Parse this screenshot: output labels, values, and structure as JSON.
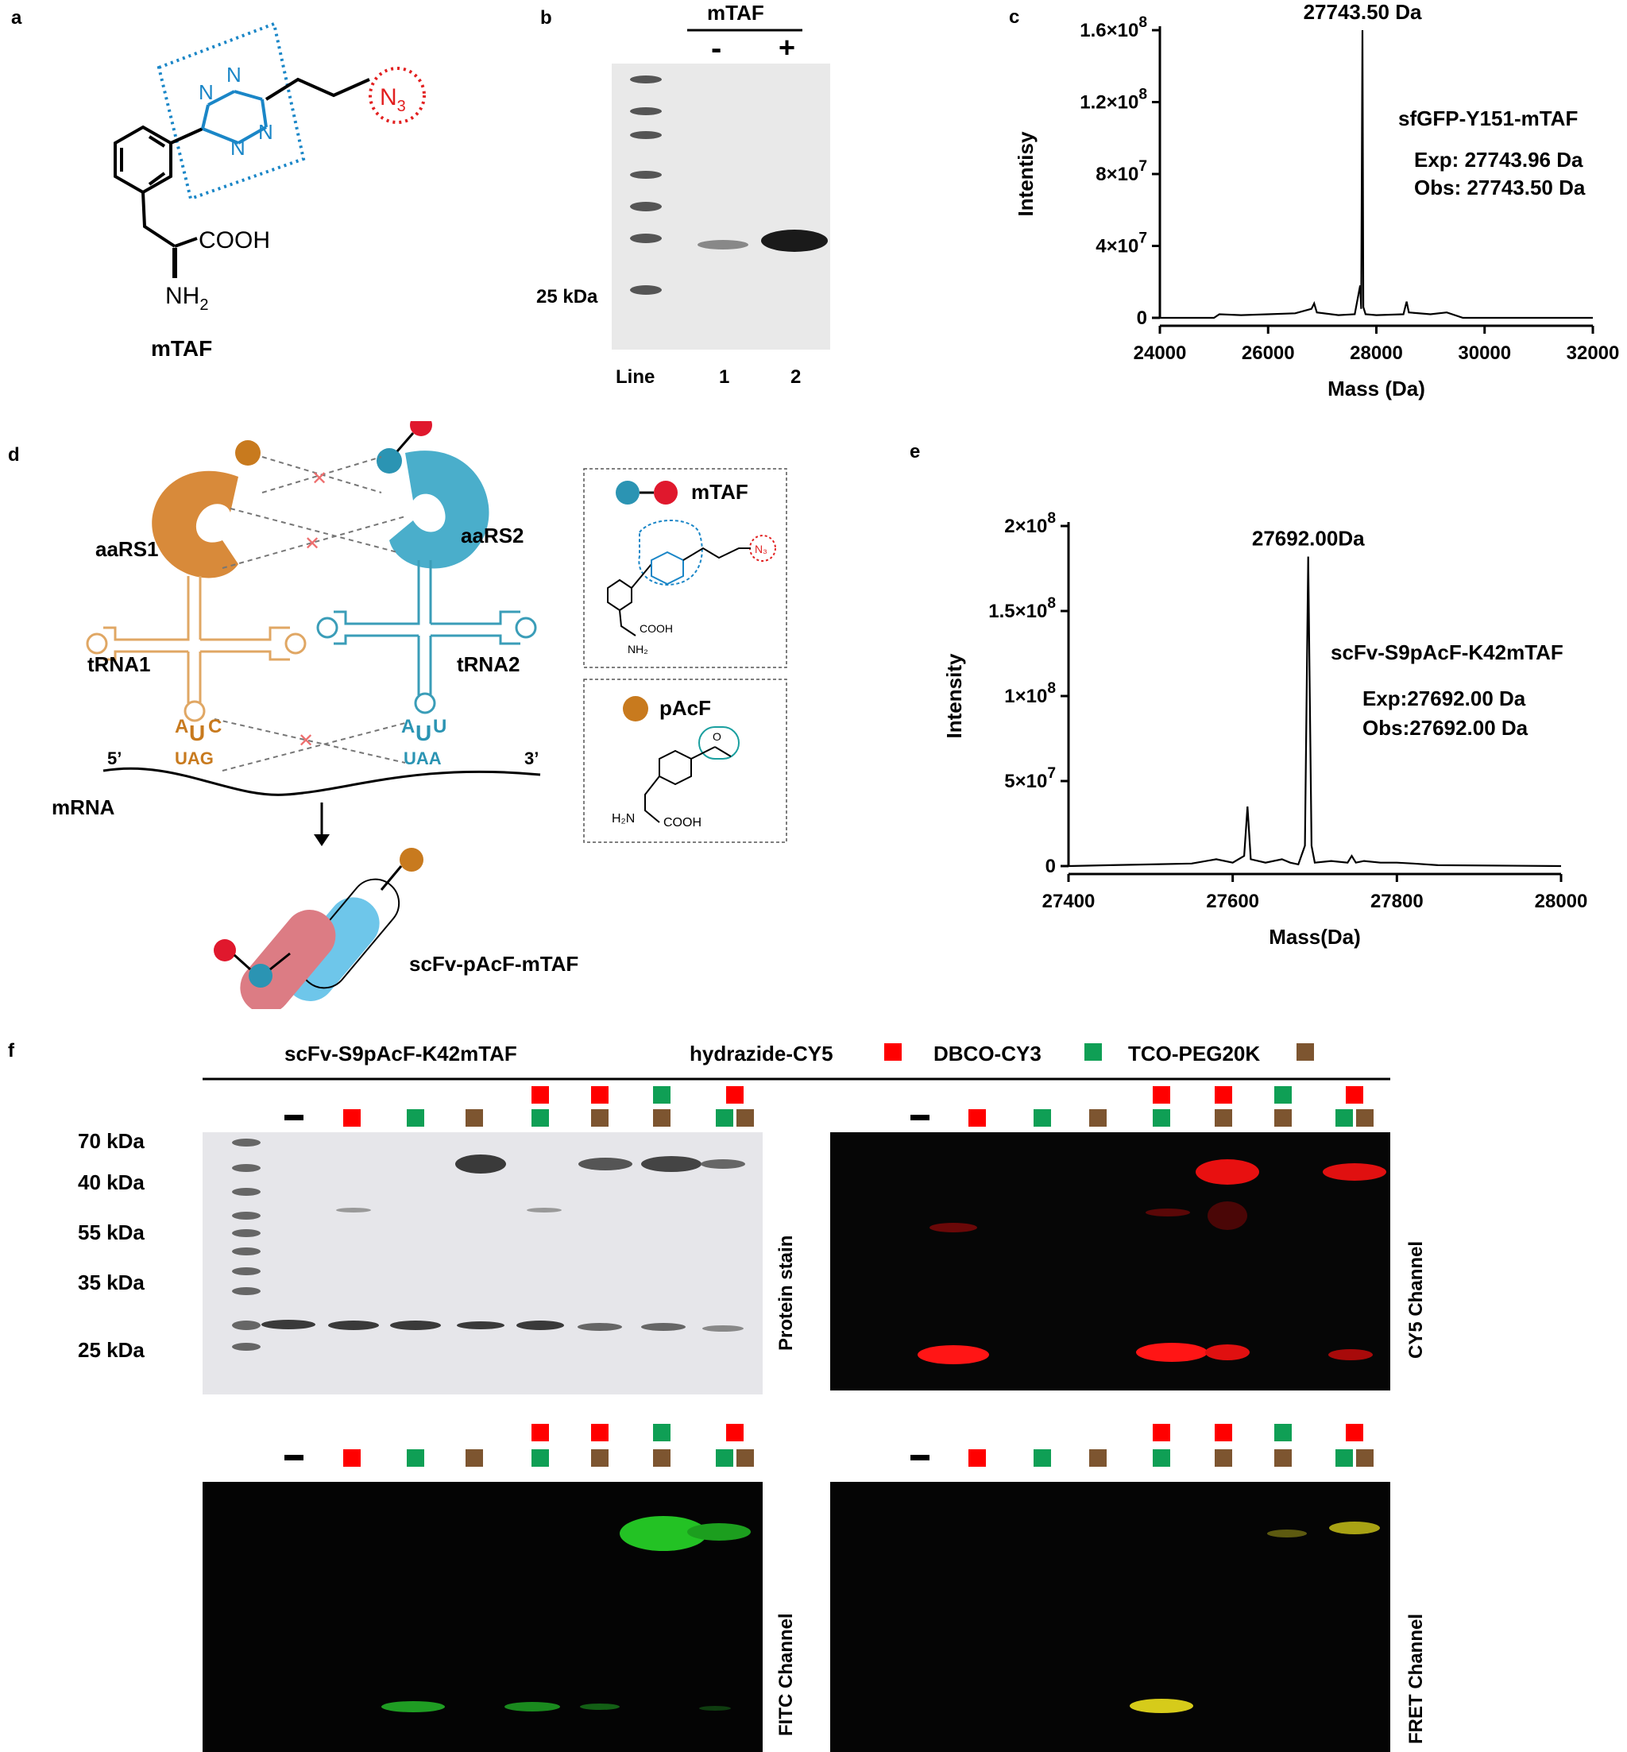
{
  "panel_labels": {
    "a": "a",
    "b": "b",
    "c": "c",
    "d": "d",
    "e": "e",
    "f": "f"
  },
  "panel_a": {
    "compound": "mTAF",
    "cooh": "COOH",
    "nh2": "NH",
    "nh2_sub": "2",
    "azide": "N",
    "azide_sub": "3",
    "n": "N"
  },
  "panel_b": {
    "header": "mTAF",
    "minus": "-",
    "plus": "+",
    "marker": "25 kDa",
    "lane_label": "Line",
    "lane1": "1",
    "lane2": "2"
  },
  "panel_d": {
    "aars1": "aaRS1",
    "aars2": "aaRS2",
    "trna1": "tRNA1",
    "trna2": "tRNA2",
    "anticodon1": [
      "A",
      "U",
      "C"
    ],
    "anticodon2": [
      "A",
      "U",
      "U"
    ],
    "codon1": "UAG",
    "codon2": "UAA",
    "five_prime": "5’",
    "three_prime": "3’",
    "mrna": "mRNA",
    "product": "scFv-pAcF-mTAF",
    "legend_mtaf": "mTAF",
    "legend_pacf": "pAcF",
    "pacf_o": "O",
    "pacf_h2n": "H₂N",
    "pacf_cooh": "COOH",
    "mtaf_cooh": "COOH",
    "mtaf_nh2": "NH₂",
    "mtaf_n3": "N₃"
  },
  "panel_f": {
    "sample": "scFv-S9pAcF-K42mTAF",
    "legend": [
      {
        "label": "hydrazide-CY5",
        "color": "#ff0000"
      },
      {
        "label": "DBCO-CY3",
        "color": "#0f9f55"
      },
      {
        "label": "TCO-PEG20K",
        "color": "#7d5530"
      }
    ],
    "lane_mix": [
      [
        "none"
      ],
      [
        "r"
      ],
      [
        "g"
      ],
      [
        "b"
      ],
      [
        "r",
        "g"
      ],
      [
        "r",
        "b"
      ],
      [
        "g",
        "b"
      ],
      [
        "r",
        "g",
        "b"
      ]
    ],
    "markers": [
      "70 kDa",
      "40 kDa",
      "55 kDa",
      "35 kDa",
      "25 kDa"
    ],
    "channels": {
      "protein": "Protein stain",
      "cy5": "CY5 Channel",
      "fitc": "FITC Channel",
      "fret": "FRET Channel"
    },
    "dash": "-"
  },
  "colors": {
    "red": "#ff0000",
    "green": "#0f9f55",
    "brown": "#7d5530",
    "tetrazine": "#1a86c7",
    "orange": "#c87a1e",
    "teal": "#2b94b3"
  },
  "chart_data": [
    {
      "type": "line",
      "panel": "c",
      "xlabel": "Mass (Da)",
      "ylabel": "Intentisy",
      "xlim": [
        24000,
        32000
      ],
      "ylim": [
        0,
        160000000
      ],
      "xticks": [
        "24000",
        "26000",
        "28000",
        "30000",
        "32000"
      ],
      "yticks": [
        {
          "base": "0",
          "exp": ""
        },
        {
          "base": "4×10",
          "exp": "7"
        },
        {
          "base": "8×10",
          "exp": "7"
        },
        {
          "base": "1.2×10",
          "exp": "8"
        },
        {
          "base": "1.6×10",
          "exp": "8"
        }
      ],
      "peak_label": "27743.50 Da",
      "annotations": [
        "sfGFP-Y151-mTAF",
        "Exp: 27743.96 Da",
        "Obs: 27743.50 Da"
      ],
      "x": [
        24000,
        25000,
        25100,
        25500,
        26000,
        26500,
        26800,
        26850,
        26900,
        27300,
        27600,
        27700,
        27720,
        27743.5,
        27760,
        27800,
        28000,
        28500,
        28560,
        28600,
        29000,
        29300,
        29600,
        30000,
        32000
      ],
      "y": [
        0,
        0,
        2000000,
        1500000,
        2000000,
        2500000,
        5000000,
        8000000,
        3000000,
        1500000,
        2000000,
        18000000,
        5000000,
        160000000,
        6000000,
        2000000,
        1500000,
        2000000,
        9000000,
        3000000,
        2000000,
        3000000,
        0,
        0,
        0
      ]
    },
    {
      "type": "line",
      "panel": "e",
      "xlabel": "Mass(Da)",
      "ylabel": "Intensity",
      "xlim": [
        27400,
        28000
      ],
      "ylim": [
        0,
        200000000
      ],
      "xticks": [
        "27400",
        "27600",
        "27800",
        "28000"
      ],
      "yticks": [
        {
          "base": "0",
          "exp": ""
        },
        {
          "base": "5×10",
          "exp": "7"
        },
        {
          "base": "1×10",
          "exp": "8"
        },
        {
          "base": "1.5×10",
          "exp": "8"
        },
        {
          "base": "2×10",
          "exp": "8"
        }
      ],
      "peak_label": "27692.00Da",
      "annotations": [
        "scFv-S9pAcF-K42mTAF",
        "Exp:27692.00 Da",
        "Obs:27692.00 Da"
      ],
      "x": [
        27400,
        27450,
        27500,
        27550,
        27580,
        27600,
        27614,
        27618,
        27622,
        27640,
        27660,
        27670,
        27680,
        27688,
        27692,
        27696,
        27700,
        27720,
        27740,
        27745,
        27750,
        27760,
        27780,
        27800,
        27820,
        27850,
        28000
      ],
      "y": [
        0,
        500000,
        1000000,
        1500000,
        4000000,
        2000000,
        6000000,
        35000000,
        4000000,
        2000000,
        4000000,
        2000000,
        1000000,
        12000000,
        182000000,
        12000000,
        2000000,
        3000000,
        2000000,
        6000000,
        2000000,
        3000000,
        2000000,
        2000000,
        1500000,
        500000,
        0
      ]
    }
  ]
}
